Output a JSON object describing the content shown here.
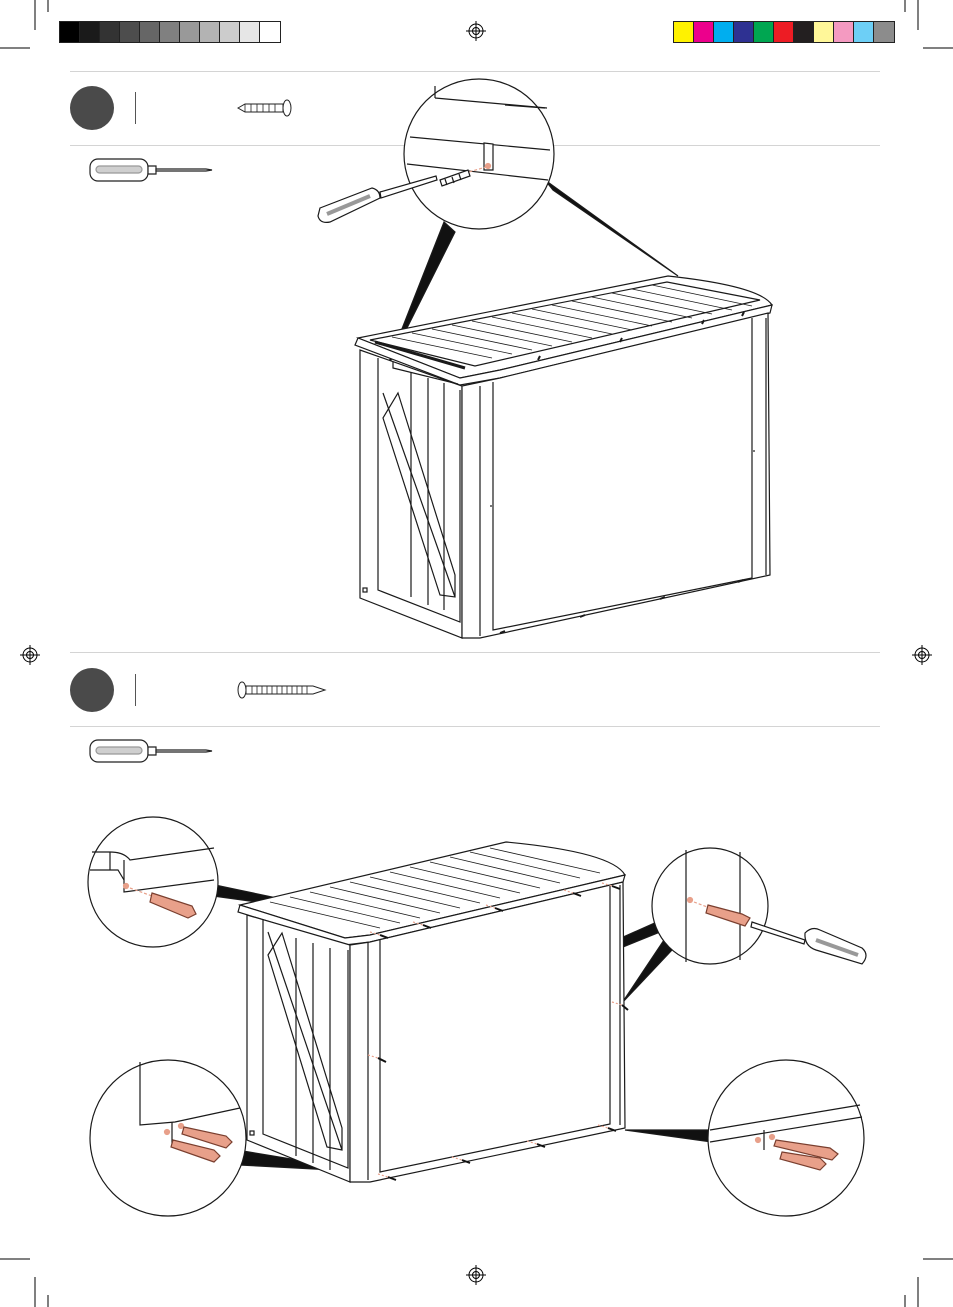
{
  "page": {
    "background": "#ffffff"
  },
  "print_marks": {
    "gray_scale": [
      "#000000",
      "#1a1a1a",
      "#333333",
      "#4d4d4d",
      "#666666",
      "#808080",
      "#999999",
      "#b3b3b3",
      "#cccccc",
      "#e6e6e6",
      "#ffffff"
    ],
    "color_bar": [
      "#fff200",
      "#ec008c",
      "#00aeef",
      "#2e3192",
      "#00a651",
      "#ed1c24",
      "#231f20",
      "#fff799",
      "#f49ac1",
      "#6dcff6",
      "#8c8c8c"
    ],
    "registration_icon": "registration-target-icon"
  },
  "steps": [
    {
      "id": "step-upper",
      "hardware_icon": "short-screw-icon",
      "tool_icon": "screwdriver-icon",
      "illustration": "bin-store-top-screw-detail"
    },
    {
      "id": "step-lower",
      "hardware_icon": "long-screw-icon",
      "tool_icon": "screwdriver-icon",
      "illustration": "bin-store-perimeter-screws-detail"
    }
  ],
  "colors": {
    "ink": "#1a1a1a",
    "screw_highlight": "#e8a08a",
    "step_badge": "#4a4a4a"
  }
}
